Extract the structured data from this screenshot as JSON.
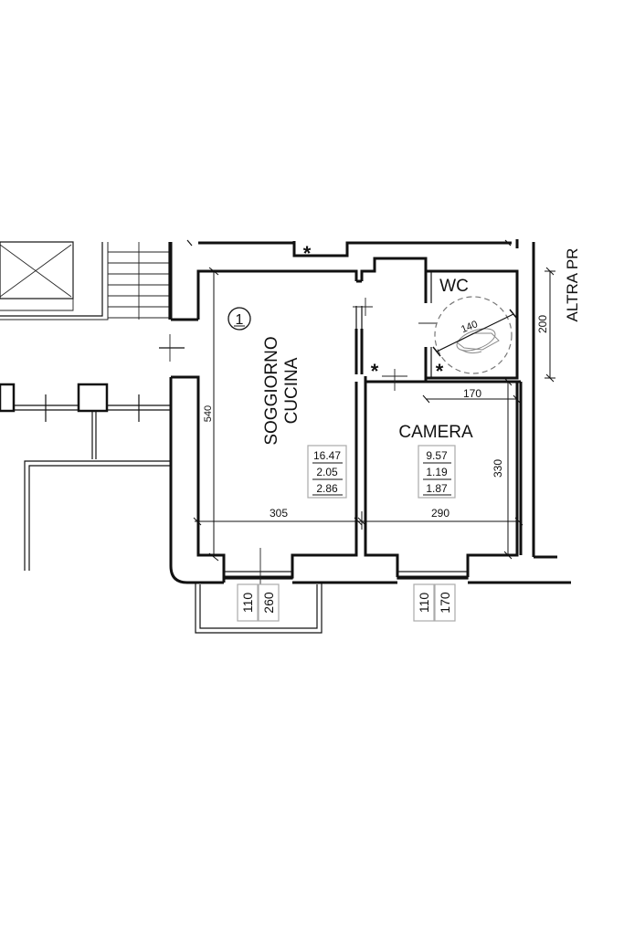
{
  "rooms": {
    "living": {
      "number": "1",
      "name_line1": "SOGGIORNO",
      "name_line2": "CUCINA",
      "area": "16.47",
      "ratio1": "2.05",
      "ratio2": "2.86"
    },
    "bedroom": {
      "name": "CAMERA",
      "area": "9.57",
      "ratio1": "1.19",
      "ratio2": "1.87"
    },
    "wc": {
      "name": "WC",
      "turning_circle": "140"
    }
  },
  "dimensions": {
    "living_height": "540",
    "living_width": "305",
    "bedroom_width": "290",
    "bedroom_height": "330",
    "wc_width": "170",
    "wc_height": "200"
  },
  "windows": {
    "living": {
      "sill": "110",
      "height": "260"
    },
    "bedroom": {
      "sill": "110",
      "height": "170"
    }
  },
  "labels": {
    "neighbor": "ALTRA PR",
    "asterisk": "*"
  }
}
